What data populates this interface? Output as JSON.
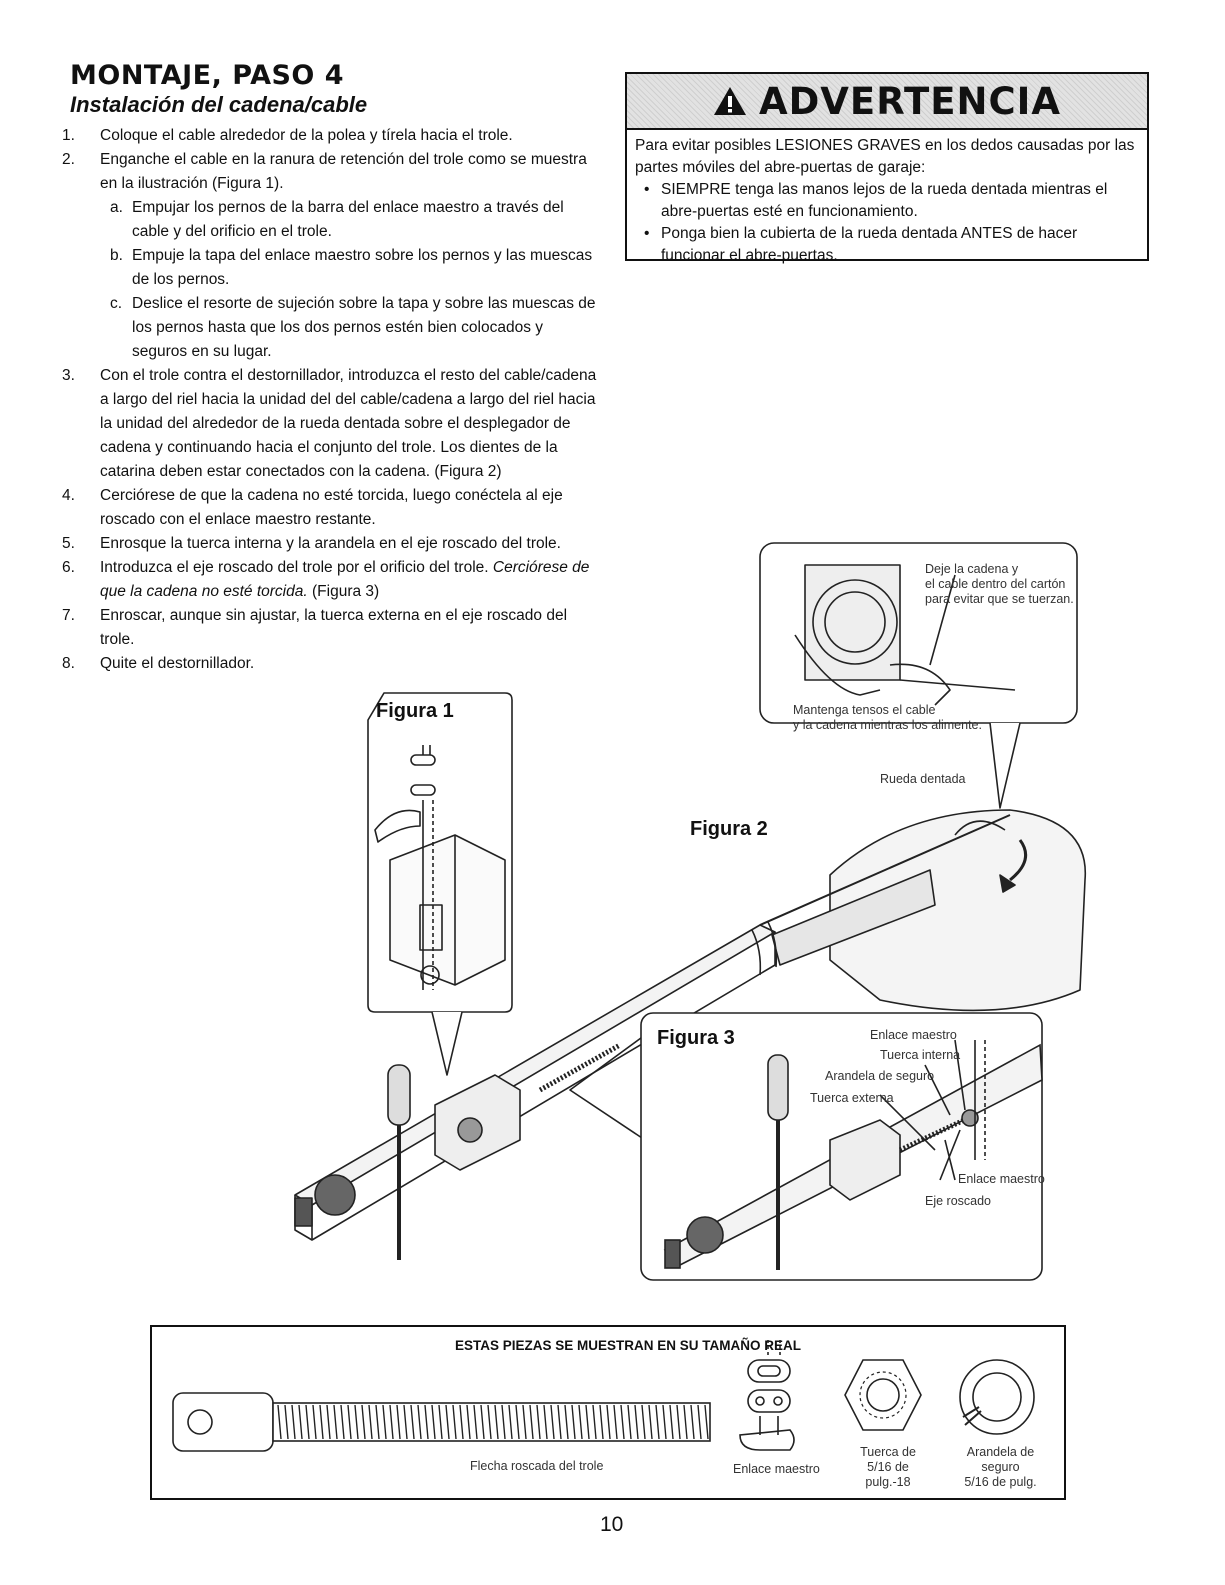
{
  "heading": {
    "title": "MONTAJE, PASO 4",
    "subtitle": "Instalación del cadena/cable"
  },
  "steps": [
    {
      "n": "1.",
      "text": "Coloque el cable alrededor de la polea y tírela hacia el trole."
    },
    {
      "n": "2.",
      "text": "Enganche el cable en la ranura de retención del trole como se muestra en la ilustración (Figura 1).",
      "substeps": [
        {
          "n": "a.",
          "text": "Empujar los pernos de la barra del enlace maestro a través del cable y del orificio en el trole."
        },
        {
          "n": "b.",
          "text": "Empuje la tapa del enlace maestro sobre los pernos y las muescas de los pernos."
        },
        {
          "n": "c.",
          "text": "Deslice el resorte de sujeción sobre la tapa y sobre las muescas de los pernos hasta que los dos pernos estén bien colocados y seguros en su lugar."
        }
      ]
    },
    {
      "n": "3.",
      "text": "Con el trole contra el destornillador, introduzca el resto del cable/cadena a largo del riel hacia la unidad del del cable/cadena a largo del riel hacia la unidad del alrededor de la rueda dentada sobre el desplegador de cadena y continuando hacia el conjunto del trole. Los dientes de la catarina deben estar conectados con la cadena. (Figura 2)"
    },
    {
      "n": "4.",
      "text": "Cerciórese de que la cadena no esté torcida, luego conéctela al eje roscado con el enlace maestro restante."
    },
    {
      "n": "5.",
      "text": "Enrosque la tuerca interna y la arandela en el eje roscado del trole."
    },
    {
      "n": "6.",
      "text": "Introduzca el eje roscado del trole por el orificio del trole.",
      "emphasis": "Cerciórese de que la cadena no esté torcida.",
      "after": "(Figura 3)"
    },
    {
      "n": "7.",
      "text": "Enroscar, aunque sin ajustar, la tuerca externa en el eje roscado del trole."
    },
    {
      "n": "8.",
      "text": "Quite el destornillador."
    }
  ],
  "warning": {
    "header": "ADVERTENCIA",
    "intro": "Para evitar posibles LESIONES GRAVES en los dedos causadas por las partes móviles del abre-puertas de garaje:",
    "bullets": [
      "SIEMPRE tenga las manos lejos de la rueda dentada mientras el abre-puertas esté en funcionamiento.",
      "Ponga bien la cubierta de la rueda dentada ANTES de hacer funcionar el abre-puertas."
    ]
  },
  "figures": {
    "fig1": "Figura 1",
    "fig2": "Figura 2",
    "fig3": "Figura 3",
    "fig2_inset_top": [
      "Deje la cadena y",
      "el cable dentro del cartón",
      "para evitar que se tuerzan."
    ],
    "fig2_inset_bottom": [
      "Mantenga tensos el cable",
      "y la cadena mientras los alimente."
    ],
    "fig2_sprocket": "Rueda dentada",
    "fig3_labels": {
      "master_link_top": "Enlace maestro",
      "inner_nut": "Tuerca interna",
      "lock_washer": "Arandela de seguro",
      "outer_nut": "Tuerca externa",
      "master_link_bottom": "Enlace maestro",
      "threaded_shaft": "Eje roscado"
    }
  },
  "parts": {
    "title": "ESTAS PIEZAS SE MUESTRAN EN SU TAMAÑO REAL",
    "shaft": "Flecha roscada del trole",
    "master_link": "Enlace maestro",
    "nut": [
      "Tuerca de",
      "5/16 de pulg.-18"
    ],
    "washer": [
      "Arandela de seguro",
      "5/16 de pulg."
    ]
  },
  "page_number": "10"
}
